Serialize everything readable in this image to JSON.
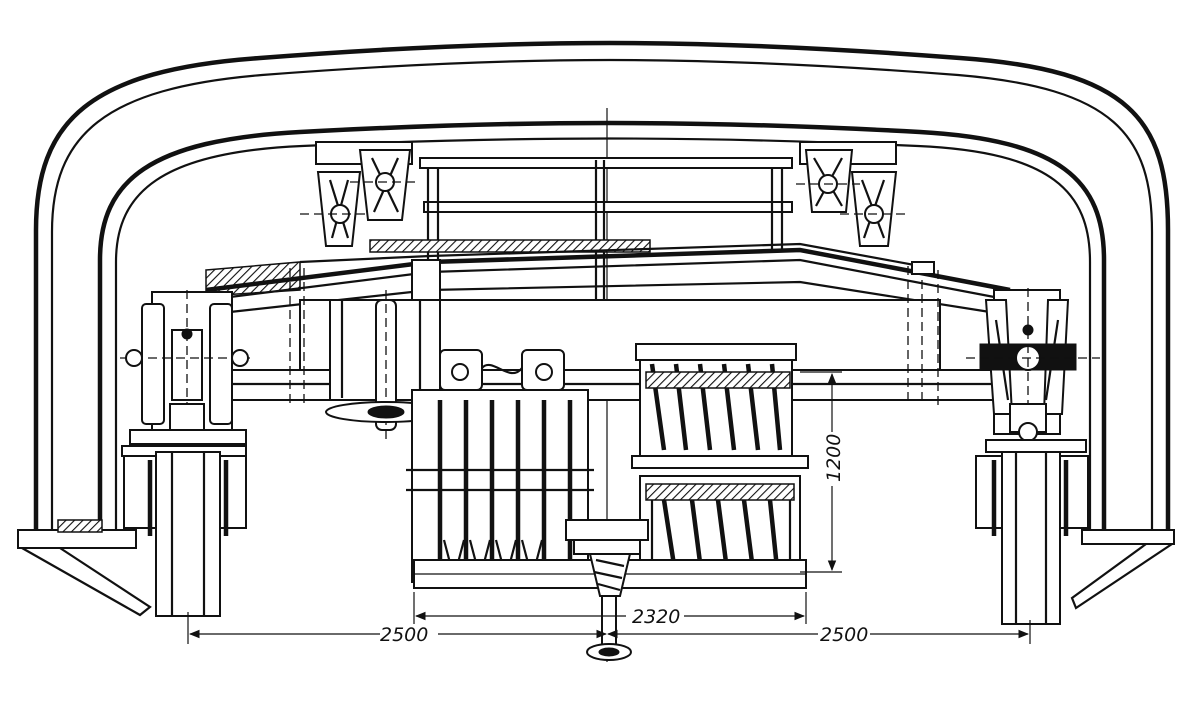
{
  "drawing": {
    "dimensions": {
      "left_span": "2500",
      "center_span": "2320",
      "right_span": "2500",
      "vertical_height": "1200"
    }
  }
}
